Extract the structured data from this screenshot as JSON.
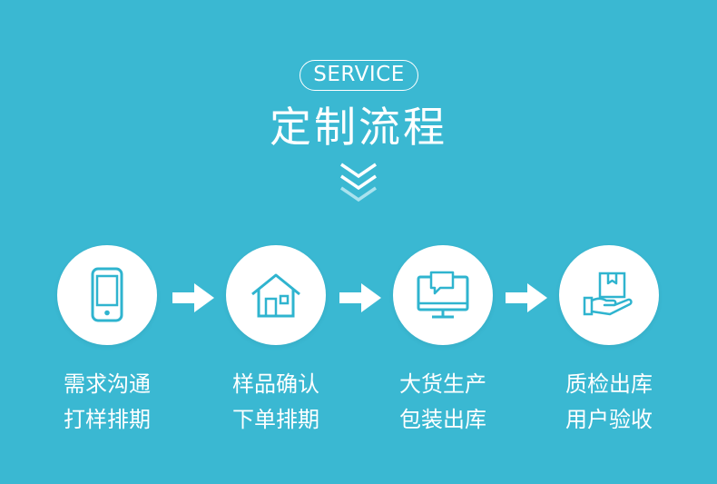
{
  "header": {
    "badge": "SERVICE",
    "title": "定制流程"
  },
  "steps": [
    {
      "icon": "smartphone-icon",
      "line1": "需求沟通",
      "line2": "打样排期"
    },
    {
      "icon": "house-icon",
      "line1": "样品确认",
      "line2": "下单排期"
    },
    {
      "icon": "monitor-chat-icon",
      "line1": "大货生产",
      "line2": "包装出库"
    },
    {
      "icon": "hand-box-icon",
      "line1": "质检出库",
      "line2": "用户验收"
    }
  ],
  "colors": {
    "background": "#3ab8d2",
    "icon_stroke": "#2fb4cf",
    "chevron_light": "#a9e2ee",
    "text": "#ffffff"
  }
}
